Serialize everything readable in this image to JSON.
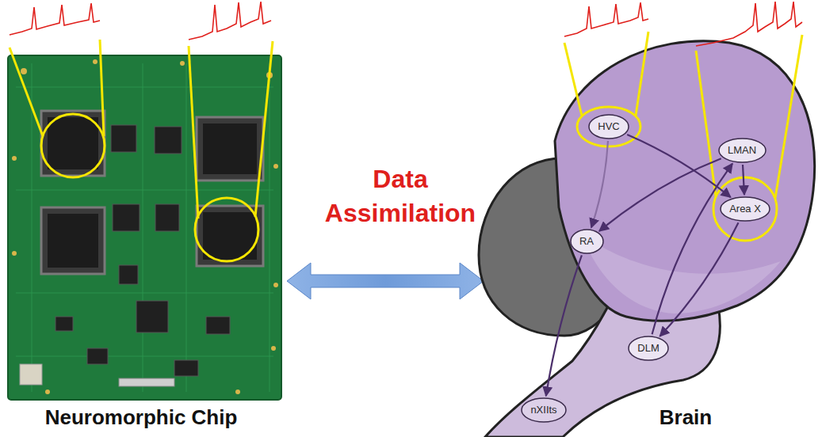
{
  "diagram": {
    "nodes": [
      {
        "text": [
          "HVC"
        ]
      },
      {
        "text": [
          "LMAN"
        ]
      },
      {
        "text": [
          "RA"
        ]
      },
      {
        "text": [
          "Area X"
        ]
      },
      {
        "text": [
          "DLM"
        ]
      },
      {
        "text": [
          "nXIIts"
        ]
      }
    ],
    "edges": [
      {
        "from": 0,
        "to": 2,
        "arrow": "to"
      },
      {
        "from": 0,
        "to": 3,
        "arrow": "to"
      },
      {
        "from": 3,
        "to": 4,
        "arrow": "to"
      },
      {
        "from": 4,
        "to": 1,
        "arrow": "to"
      },
      {
        "from": 1,
        "to": 2,
        "arrow": "to"
      },
      {
        "from": 1,
        "to": 3,
        "arrow": "to"
      },
      {
        "from": 2,
        "to": 5,
        "arrow": "to"
      }
    ],
    "labels": [
      "Data Assimilation",
      "Neuromorphic Chip",
      "Brain"
    ]
  }
}
